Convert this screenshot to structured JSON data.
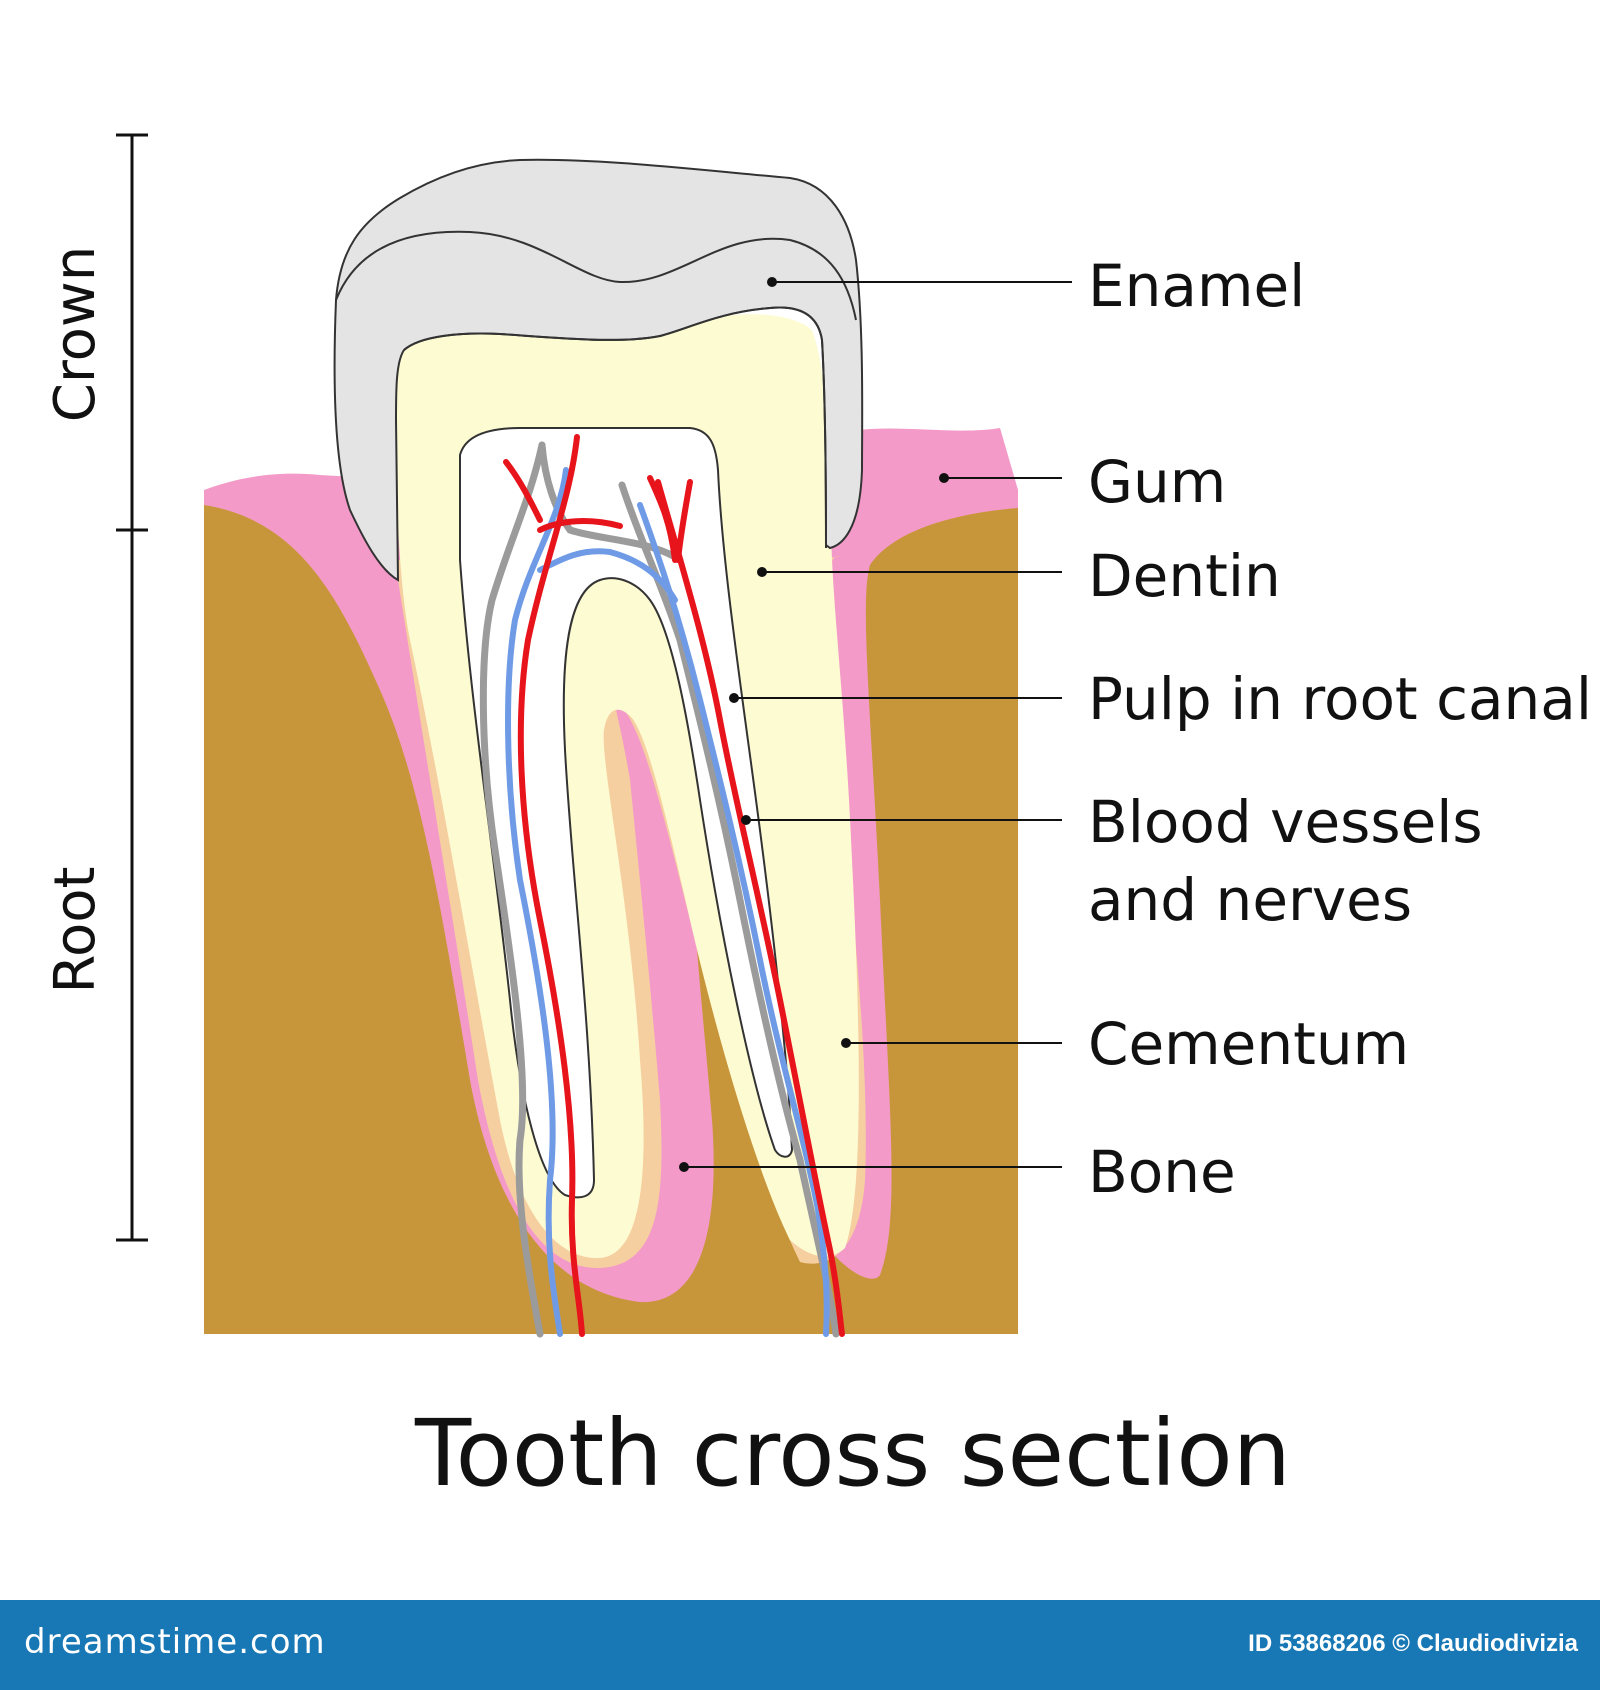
{
  "diagram": {
    "title": "Tooth cross section",
    "side_labels": {
      "crown": "Crown",
      "root": "Root"
    },
    "labels": [
      {
        "id": "enamel",
        "lines": [
          "Enamel"
        ]
      },
      {
        "id": "gum",
        "lines": [
          "Gum"
        ]
      },
      {
        "id": "dentin",
        "lines": [
          "Dentin"
        ]
      },
      {
        "id": "pulp",
        "lines": [
          "Pulp in root canal"
        ]
      },
      {
        "id": "vessels",
        "lines": [
          "Blood vessels",
          "and nerves"
        ]
      },
      {
        "id": "cementum",
        "lines": [
          "Cementum"
        ]
      },
      {
        "id": "bone",
        "lines": [
          "Bone"
        ]
      }
    ]
  },
  "colors": {
    "bone": "#c8963a",
    "gum": "#f49ac8",
    "cementum": "#f6cfa0",
    "dentin": "#fdfbd2",
    "enamel": "#e4e4e4",
    "pulp": "#ffffff",
    "artery": "#e8141c",
    "vein": "#6f9be6",
    "nerve": "#9b9b9b",
    "footer": "#1877b5"
  },
  "footer": {
    "brand": "dreamstime.com",
    "credit": "ID 53868206 © Claudiodivizia"
  }
}
